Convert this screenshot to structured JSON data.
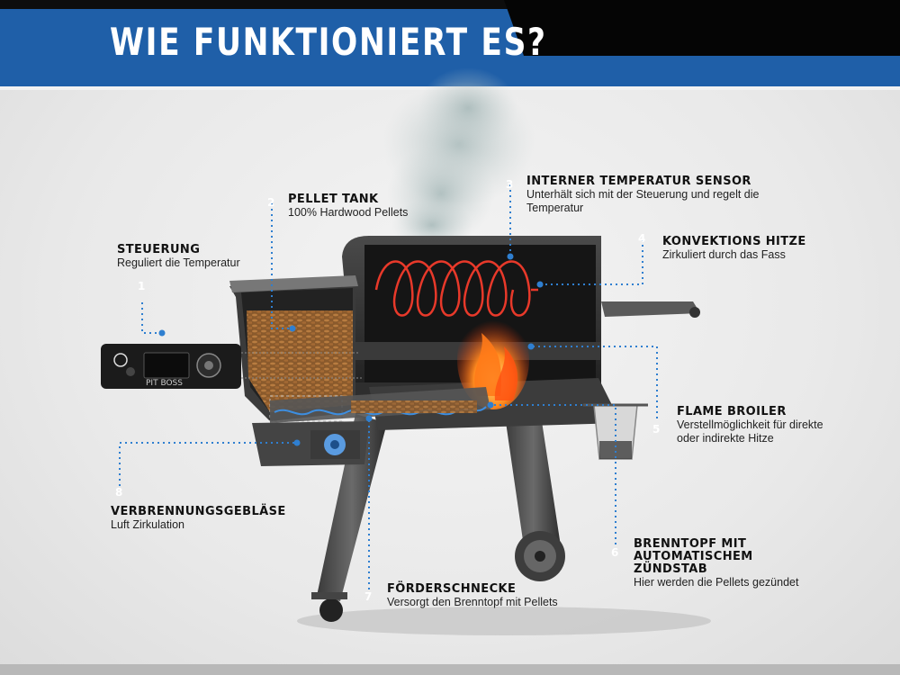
{
  "header": {
    "title": "WIE FUNKTIONIERT ES?"
  },
  "colors": {
    "brand_blue": "#1f5fa8",
    "callout_blue": "#2f7fd0",
    "heat_red": "#e8392a"
  },
  "device": {
    "brand": "PIT BOSS"
  },
  "callouts": [
    {
      "number": "1",
      "title": "STEUERUNG",
      "desc": "Reguliert die Temperatur"
    },
    {
      "number": "2",
      "title": "PELLET TANK",
      "desc": "100% Hardwood Pellets"
    },
    {
      "number": "3",
      "title": "INTERNER TEMPERATUR SENSOR",
      "desc": "Unterhält sich mit der Steuerung und regelt die Temperatur"
    },
    {
      "number": "4",
      "title": "KONVEKTIONS HITZE",
      "desc": "Zirkuliert durch das Fass"
    },
    {
      "number": "5",
      "title": "FLAME BROILER",
      "desc": "Verstellmöglichkeit für direkte oder indirekte Hitze"
    },
    {
      "number": "6",
      "title": "BRENNTOPF MIT AUTOMATISCHEM ZÜNDSTAB",
      "desc": "Hier werden die Pellets gezündet"
    },
    {
      "number": "7",
      "title": "FÖRDERSCHNECKE",
      "desc": "Versorgt den Brenntopf mit Pellets"
    },
    {
      "number": "8",
      "title": "VERBRENNUNGSGEBLÄSE",
      "desc": "Luft Zirkulation"
    }
  ]
}
